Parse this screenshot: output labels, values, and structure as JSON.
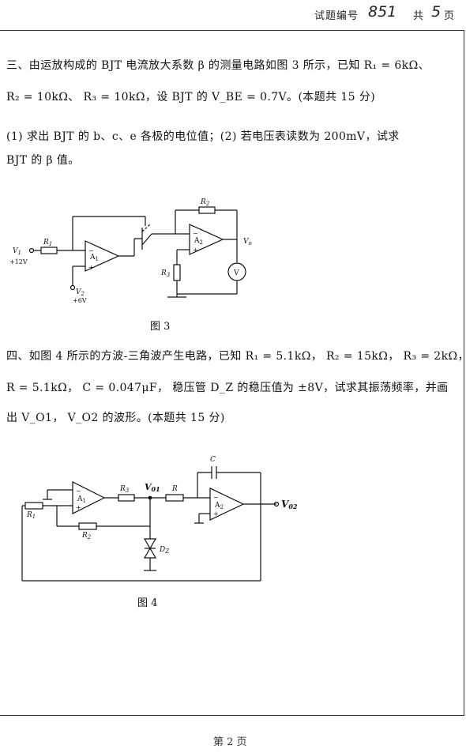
{
  "header": {
    "label_code": "试题编号",
    "code": "851",
    "label_total": "共",
    "total": "5",
    "label_page": "页"
  },
  "q3": {
    "line1": "三、由运放构成的 BJT 电流放大系数 β 的测量电路如图 3 所示，已知 R₁ = 6kΩ、",
    "line2": "R₂ = 10kΩ、 R₃ = 10kΩ，设 BJT 的 V_BE = 0.7V。(本题共 15 分)",
    "line3": "(1) 求出 BJT 的 b、c、e 各极的电位值；(2) 若电压表读数为 200mV，试求",
    "line4": "BJT 的 β 值。",
    "fig_caption": "图 3",
    "fig": {
      "v1": "V",
      "v1_sub": "1",
      "v1_val": "+12V",
      "r1": "R",
      "r1_sub": "1",
      "v2": "V",
      "v2_sub": "2",
      "v2_val": "+6V",
      "a1": "A",
      "a1_sub": "1",
      "r2": "R",
      "r2_sub": "2",
      "a2": "A",
      "a2_sub": "2",
      "vo": "V",
      "vo_sub": "o",
      "r3": "R",
      "r3_sub": "3",
      "meter": "V"
    }
  },
  "q4": {
    "line1": "四、如图 4 所示的方波-三角波产生电路，已知 R₁ = 5.1kΩ， R₂ = 15kΩ， R₃ = 2kΩ，",
    "line2": "R = 5.1kΩ， C = 0.047μF， 稳压管 D_Z 的稳压值为 ±8V，试求其振荡频率，并画",
    "line3": "出 V_O1， V_O2 的波形。(本题共 15 分)",
    "fig_caption": "图 4",
    "fig": {
      "c": "C",
      "a1": "A",
      "a1_sub": "1",
      "r3": "R",
      "r3_sub": "3",
      "vo1": "V",
      "vo1_sub": "01",
      "r": "R",
      "a2": "A",
      "a2_sub": "2",
      "vo2": "V",
      "vo2_sub": "02",
      "r1": "R",
      "r1_sub": "1",
      "r2": "R",
      "r2_sub": "2",
      "dz": "D",
      "dz_sub": "Z"
    }
  },
  "footer": {
    "page": "第 2 页"
  }
}
